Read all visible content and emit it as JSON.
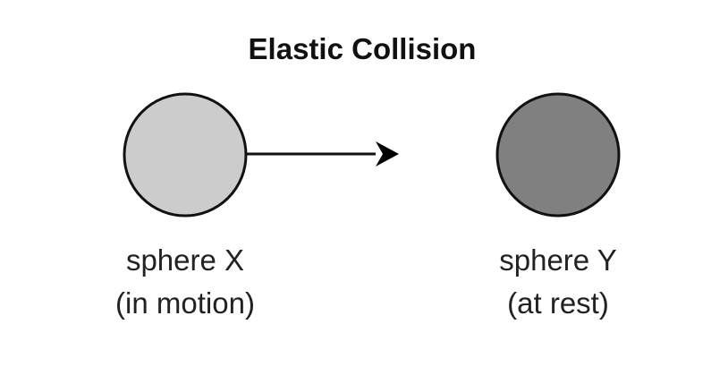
{
  "title": "Elastic Collision",
  "spheres": [
    {
      "name": "sphere X",
      "state": "(in motion)",
      "fill": "#cccccc"
    },
    {
      "name": "sphere Y",
      "state": "(at rest)",
      "fill": "#808080"
    }
  ],
  "arrow": {
    "icon": "arrow-right-icon",
    "color": "#000000"
  }
}
